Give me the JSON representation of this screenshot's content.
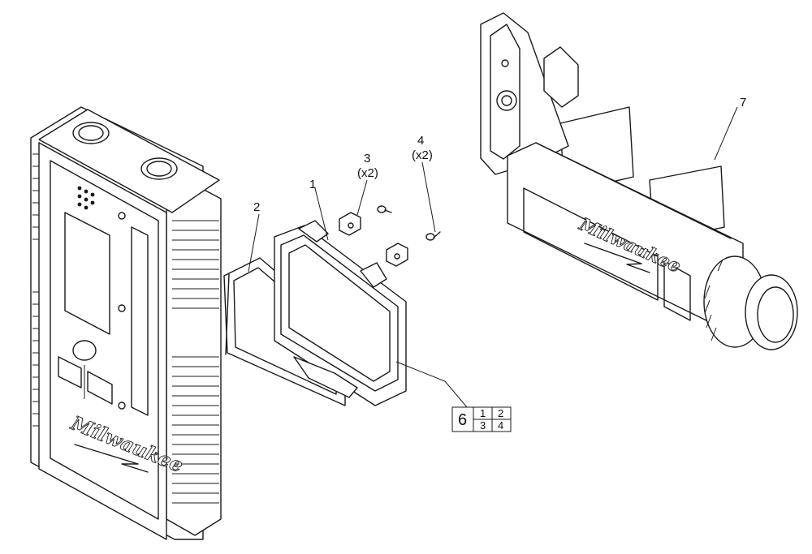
{
  "callouts": [
    {
      "id": "1",
      "text": "1"
    },
    {
      "id": "2",
      "text": "2"
    },
    {
      "id": "3",
      "text": "3",
      "qty": "(x2)"
    },
    {
      "id": "4",
      "text": "4",
      "qty": "(x2)"
    },
    {
      "id": "7",
      "text": "7"
    }
  ],
  "kit": {
    "number": "6",
    "cells": [
      "1",
      "2",
      "3",
      "4"
    ]
  },
  "brand": "Milwaukee"
}
